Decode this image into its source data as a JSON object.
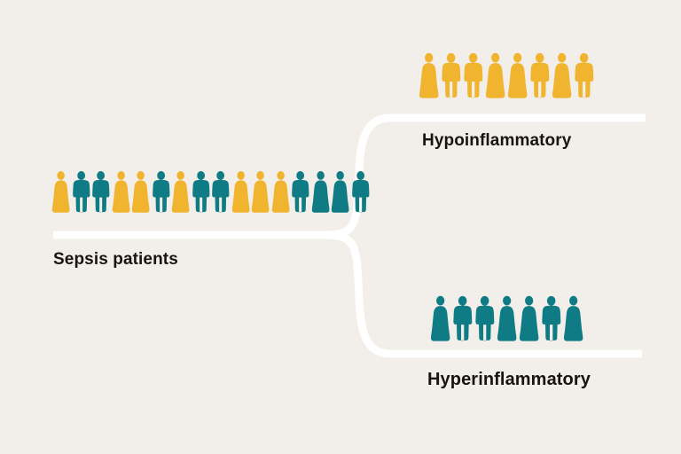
{
  "diagram": {
    "type": "branching-pictogram",
    "title_text": "",
    "background_color": "#F2EEE9",
    "connector_color": "#FFFFFF",
    "colors": {
      "hypoinflammatory": "#F0B42E",
      "hyperinflammatory": "#0E7B85",
      "text": "#19140F"
    },
    "nodes": {
      "source": {
        "label": "Sepsis patients",
        "count": 16,
        "figures": [
          {
            "color_key": "hypoinflammatory",
            "shape": "female"
          },
          {
            "color_key": "hyperinflammatory",
            "shape": "male"
          },
          {
            "color_key": "hyperinflammatory",
            "shape": "male"
          },
          {
            "color_key": "hypoinflammatory",
            "shape": "female"
          },
          {
            "color_key": "hypoinflammatory",
            "shape": "female"
          },
          {
            "color_key": "hyperinflammatory",
            "shape": "male"
          },
          {
            "color_key": "hypoinflammatory",
            "shape": "female"
          },
          {
            "color_key": "hyperinflammatory",
            "shape": "male"
          },
          {
            "color_key": "hyperinflammatory",
            "shape": "male"
          },
          {
            "color_key": "hypoinflammatory",
            "shape": "female"
          },
          {
            "color_key": "hypoinflammatory",
            "shape": "female"
          },
          {
            "color_key": "hypoinflammatory",
            "shape": "female"
          },
          {
            "color_key": "hyperinflammatory",
            "shape": "male"
          },
          {
            "color_key": "hyperinflammatory",
            "shape": "female"
          },
          {
            "color_key": "hyperinflammatory",
            "shape": "female"
          },
          {
            "color_key": "hyperinflammatory",
            "shape": "male"
          }
        ]
      },
      "branch_top": {
        "label": "Hypoinflammatory",
        "count": 8,
        "color_key": "hypoinflammatory",
        "figures": [
          {
            "shape": "female"
          },
          {
            "shape": "male"
          },
          {
            "shape": "male"
          },
          {
            "shape": "female"
          },
          {
            "shape": "female"
          },
          {
            "shape": "male"
          },
          {
            "shape": "female"
          },
          {
            "shape": "male"
          }
        ]
      },
      "branch_bottom": {
        "label": "Hyperinflammatory",
        "count": 7,
        "color_key": "hyperinflammatory",
        "figures": [
          {
            "shape": "female"
          },
          {
            "shape": "male"
          },
          {
            "shape": "male"
          },
          {
            "shape": "female"
          },
          {
            "shape": "female"
          },
          {
            "shape": "male"
          },
          {
            "shape": "female"
          }
        ]
      }
    }
  }
}
